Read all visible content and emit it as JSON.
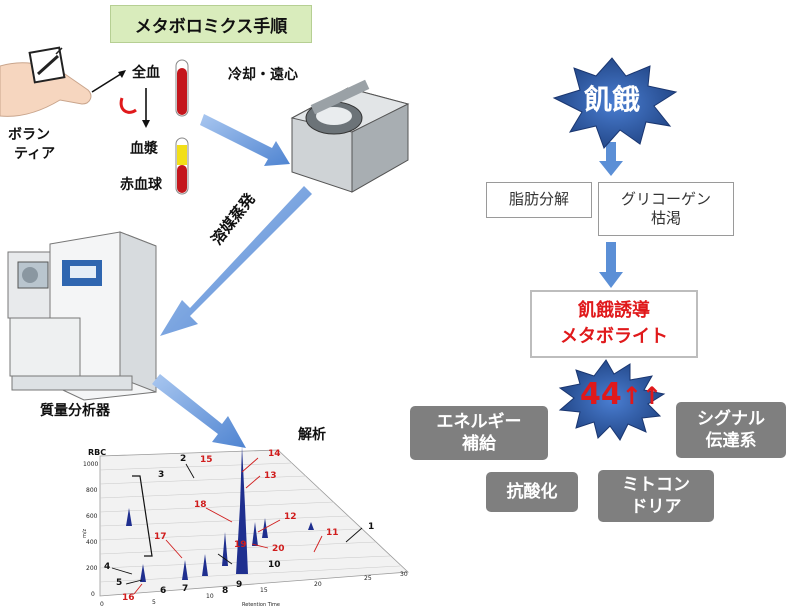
{
  "title": "メタボロミクス手順",
  "volunteer": {
    "line1": "ボラン",
    "line2": "ティア"
  },
  "blood": {
    "whole": "全血",
    "plasma": "血漿",
    "rbc": "赤血球"
  },
  "step_cool": "冷却・遠心",
  "step_solvent": "溶媒蒸発",
  "instrument": "質量分析器",
  "analysis": "解析",
  "starvation": "飢餓",
  "fat": "脂肪分解",
  "glycogen": {
    "line1": "グリコーゲン",
    "line2": "枯渇"
  },
  "induced": {
    "line1": "飢餓誘導",
    "line2": "メタボライト"
  },
  "count": "44",
  "count_arrows": "↑↑",
  "categories": {
    "energy": {
      "line1": "エネルギー",
      "line2": "補給"
    },
    "antiox": "抗酸化",
    "mito": {
      "line1": "ミトコン",
      "line2": "ドリア"
    },
    "signal": {
      "line1": "シグナル",
      "line2": "伝達系"
    }
  },
  "chart": {
    "rbc_label": "RBC",
    "y_axis_label": "m/z",
    "x_axis_label": "Retention Time",
    "y_ticks": [
      "1000",
      "800",
      "600",
      "400",
      "200",
      "0"
    ],
    "x_ticks": [
      "0",
      "5",
      "10",
      "15",
      "20",
      "25",
      "30"
    ],
    "red_labels": [
      "15",
      "14",
      "13",
      "18",
      "12",
      "17",
      "19",
      "20",
      "11",
      "16"
    ],
    "black_labels": [
      "2",
      "3",
      "1",
      "4",
      "5",
      "6",
      "7",
      "8",
      "9",
      "10"
    ]
  },
  "colors": {
    "title_bg": "#d9ecbc",
    "arrow_blue": "#5b8fd6",
    "star_blue": "#2a4d8f",
    "accent_red": "#e0191b",
    "grey_box": "#7f7f7f"
  }
}
